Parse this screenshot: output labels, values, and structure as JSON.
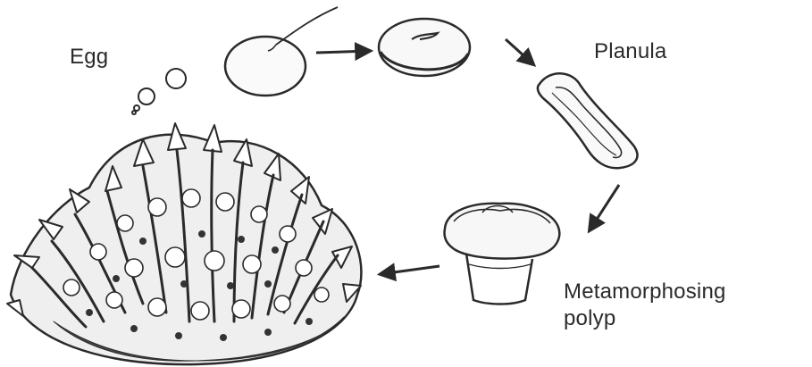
{
  "labels": {
    "egg": "Egg",
    "planula": "Planula",
    "metamorphosing_line1": "Metamorphosing",
    "metamorphosing_line2": "polyp"
  },
  "stages": [
    "egg",
    "fertilized-egg",
    "planula",
    "metamorphosing-polyp",
    "coral-colony"
  ],
  "colors": {
    "ink": "#2a2a2a",
    "background": "#ffffff"
  }
}
